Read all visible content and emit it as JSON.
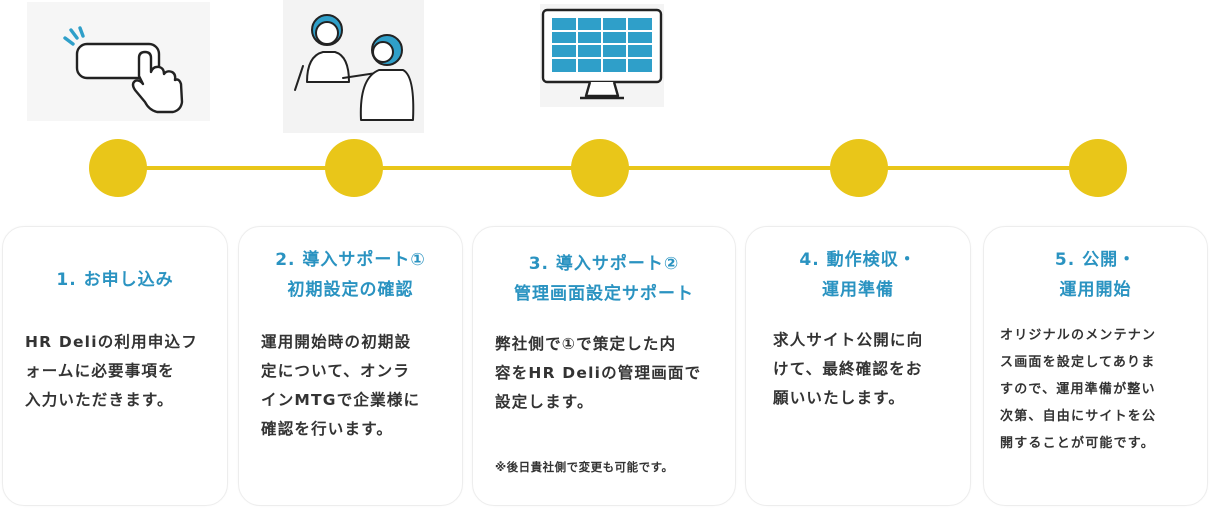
{
  "colors": {
    "accent_yellow": "#e9c619",
    "title_blue": "#2a93c1",
    "body_text": "#333333",
    "illustration_teal": "#2f9fc9"
  },
  "illustrations": [
    {
      "icon": "click-button-icon"
    },
    {
      "icon": "consultation-icon"
    },
    {
      "icon": "monitor-spreadsheet-icon"
    }
  ],
  "steps": [
    {
      "title_lines": [
        "1.  お申し込み"
      ],
      "body_lines": [
        "HR Deliの利用申込フ",
        "ォームに必要事項を",
        "入力いただきます。"
      ]
    },
    {
      "title_lines": [
        "2.  導入サポート①",
        "初期設定の確認"
      ],
      "body_lines": [
        "運用開始時の初期設",
        "定について、オンラ",
        "インMTGで企業様に",
        "確認を行います。"
      ]
    },
    {
      "title_lines": [
        "3.  導入サポート②",
        "管理画面設定サポート"
      ],
      "body_lines": [
        "弊社側で①で策定した内",
        "容をHR Deliの管理画面で",
        "設定します。"
      ],
      "note": "※後日貴社側で変更も可能です。"
    },
    {
      "title_lines": [
        "4.  動作検収・",
        "運用準備"
      ],
      "body_lines": [
        "求人サイト公開に向",
        "けて、最終確認をお",
        "願いいたします。"
      ]
    },
    {
      "title_lines": [
        "5.  公開・",
        "運用開始"
      ],
      "body_lines": [
        "オリジナルのメンテナン",
        "ス画面を設定してありま",
        "すので、運用準備が整い",
        "次第、自由にサイトを公",
        "開することが可能です。"
      ]
    }
  ]
}
